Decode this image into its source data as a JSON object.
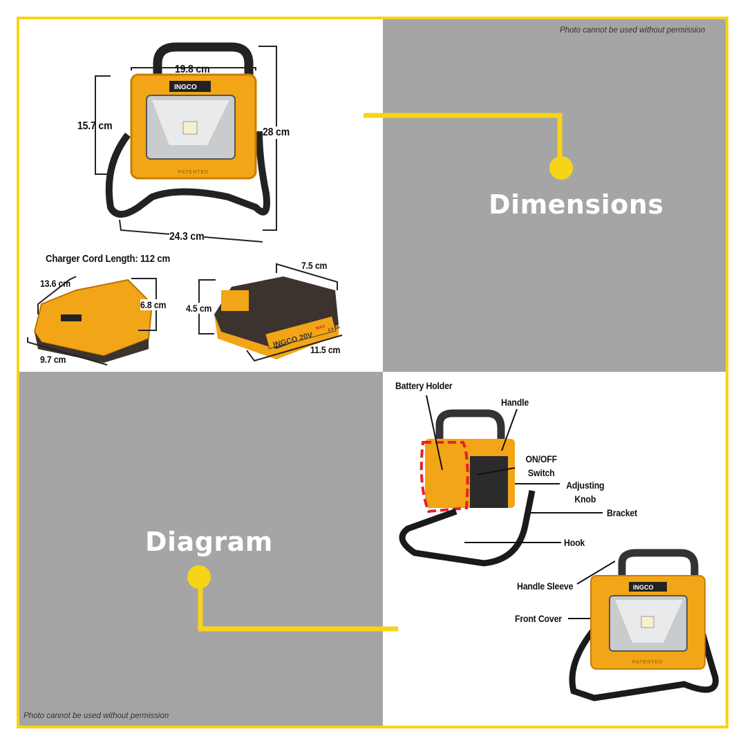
{
  "watermark_top": "Photo cannot be used without permission",
  "watermark_bottom": "Photo cannot be used without permission",
  "sections": {
    "dimensions": "Dimensions",
    "diagram": "Diagram"
  },
  "dimensions": {
    "light_width": "19.8 cm",
    "light_head_height": "15.7 cm",
    "light_height": "28 cm",
    "light_base_width": "24.3 cm",
    "charger_cord": "Charger Cord Length: 112 cm",
    "charger_length": "13.6 cm",
    "charger_height": "6.8 cm",
    "charger_width": "9.7 cm",
    "battery_width": "7.5 cm",
    "battery_height": "4.5 cm",
    "battery_length": "11.5 cm"
  },
  "product": {
    "brand": "INGCO",
    "voltage": "20V",
    "max": "MAX",
    "capacity": "2.0 Ah",
    "patented": "PATENTED"
  },
  "parts": [
    "Battery Holder",
    "Handle",
    "ON/OFF Switch",
    "Adjusting Knob",
    "Bracket",
    "Hook",
    "Handle Sleeve",
    "Front Cover"
  ],
  "colors": {
    "accent": "#f7d417",
    "panel_gray": "#a6a5a5",
    "product_orange": "#f2a516",
    "highlight": "#e8202a"
  }
}
